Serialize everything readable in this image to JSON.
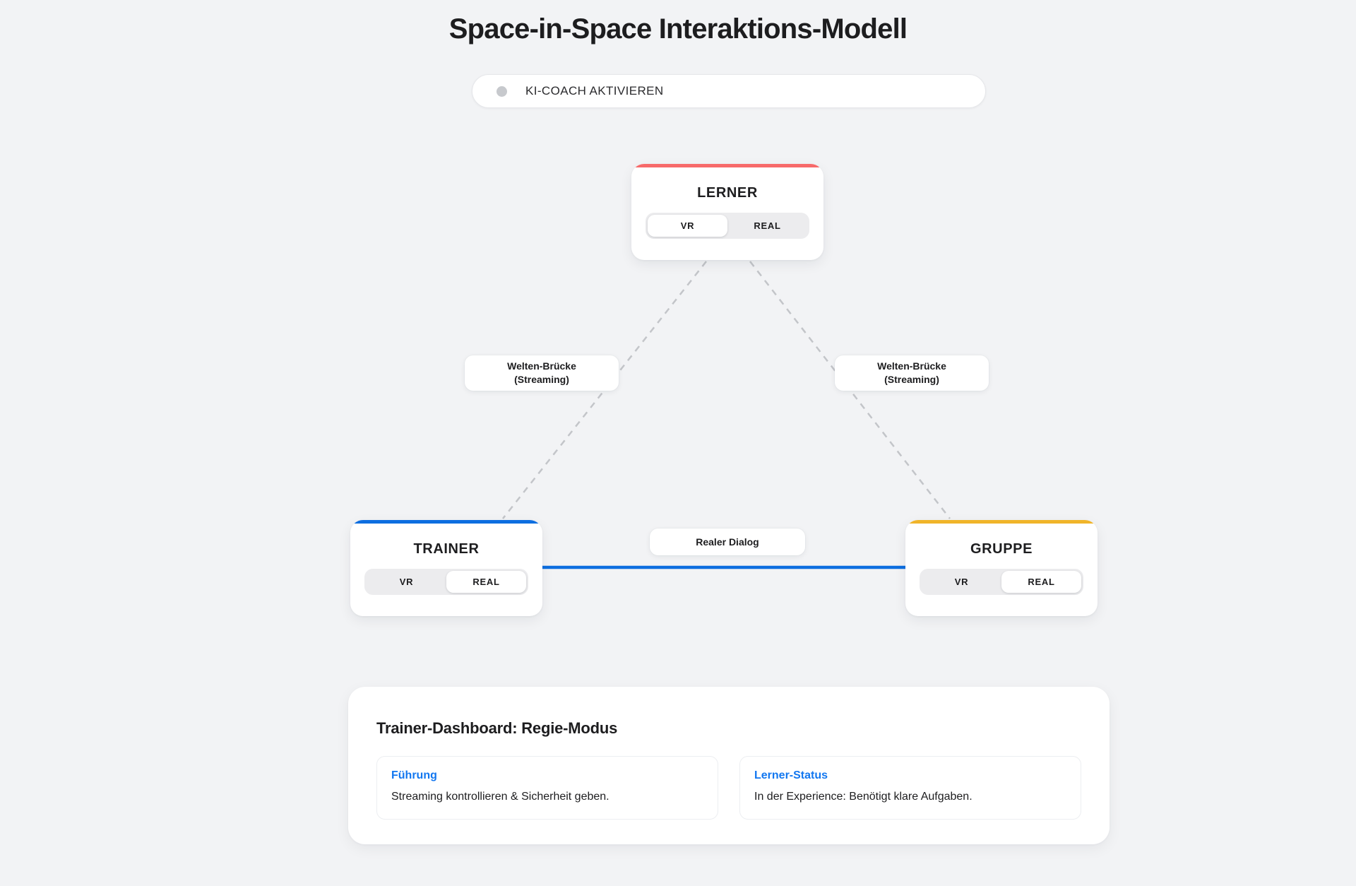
{
  "page": {
    "title": "Space-in-Space Interaktions-Modell",
    "background_color": "#f2f3f5"
  },
  "coach_button": {
    "label": "KI-COACH AKTIVIEREN",
    "indicator_icon": "status-dot-icon",
    "indicator_state": "inactive",
    "indicator_color": "#c7c9cd"
  },
  "nodes": [
    {
      "id": "lerner",
      "title": "LERNER",
      "accent_color": "#f76a6a",
      "modes": [
        "VR",
        "REAL"
      ],
      "active_mode": "VR"
    },
    {
      "id": "trainer",
      "title": "TRAINER",
      "accent_color": "#0d6ee0",
      "modes": [
        "VR",
        "REAL"
      ],
      "active_mode": "REAL"
    },
    {
      "id": "gruppe",
      "title": "GRUPPE",
      "accent_color": "#f0b429",
      "modes": [
        "VR",
        "REAL"
      ],
      "active_mode": "REAL"
    }
  ],
  "edges": [
    {
      "id": "bridge-left",
      "from": "lerner",
      "to": "trainer",
      "label_line1": "Welten-Brücke",
      "label_line2": "(Streaming)",
      "style": "dashed",
      "color": "#c3c5c9"
    },
    {
      "id": "bridge-right",
      "from": "lerner",
      "to": "gruppe",
      "label_line1": "Welten-Brücke",
      "label_line2": "(Streaming)",
      "style": "dashed",
      "color": "#c3c5c9"
    },
    {
      "id": "dialog",
      "from": "trainer",
      "to": "gruppe",
      "label_line1": "Realer Dialog",
      "label_line2": "",
      "style": "solid",
      "color": "#0d6ee0"
    }
  ],
  "dashboard": {
    "title": "Trainer-Dashboard: Regie-Modus",
    "cards": [
      {
        "title": "Führung",
        "text": "Streaming kontrollieren & Sicherheit geben."
      },
      {
        "title": "Lerner-Status",
        "text": "In der Experience: Benötigt klare Aufgaben."
      }
    ],
    "accent_color": "#1277f0"
  }
}
